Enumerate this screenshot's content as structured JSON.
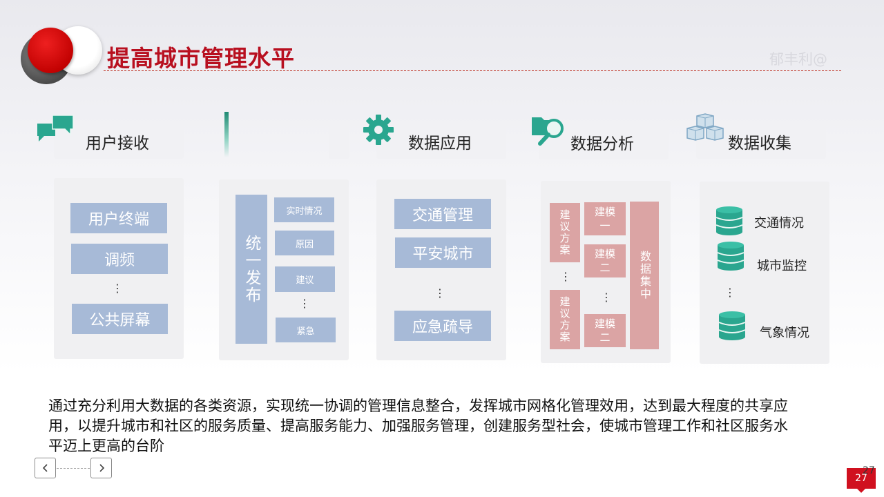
{
  "header": {
    "title": "提高城市管理水平",
    "watermark": "郁丰利@"
  },
  "sections": {
    "user_receive": {
      "label": "用户接收",
      "items": [
        "用户终端",
        "调频",
        "⋮",
        "公共屏幕"
      ]
    },
    "publish": {
      "main_label": "统一发布",
      "items": [
        "实时情况",
        "原因",
        "建议",
        "⋮",
        "紧急"
      ]
    },
    "data_apply": {
      "label": "数据应用",
      "items": [
        "交通管理",
        "平安城市",
        "⋮",
        "应急疏导"
      ]
    },
    "data_analysis": {
      "label": "数据分析",
      "proposal_top": "建议方案",
      "proposal_bottom": "建议方案",
      "model_1": "建模一",
      "model_2": "建模二",
      "model_3": "建模二",
      "dots": "⋮",
      "concentrate": "数据集中"
    },
    "data_collect": {
      "label": "数据收集",
      "items": [
        "交通情况",
        "城市监控",
        "⋮",
        "气象情况"
      ]
    }
  },
  "description": "通过充分利用大数据的各类资源，实现统一协调的管理信息整合，发挥城市网格化管理效用，达到最大程度的共享应用，以提升城市和社区的服务质量、提高服务能力、加强服务管理，创建服务型社会，使城市管理工作和社区服务水平迈上更高的台阶",
  "nav": {
    "prev_symbol": "‹",
    "next_symbol": "›"
  },
  "page": {
    "number": "27",
    "number_shadow": "27"
  },
  "colors": {
    "title_red": "#b80f1f",
    "teal_icon": "#2aa68f",
    "blue_box": "#a7bad7",
    "pink_box": "#dba4a4",
    "badge_red": "#d0101f"
  }
}
